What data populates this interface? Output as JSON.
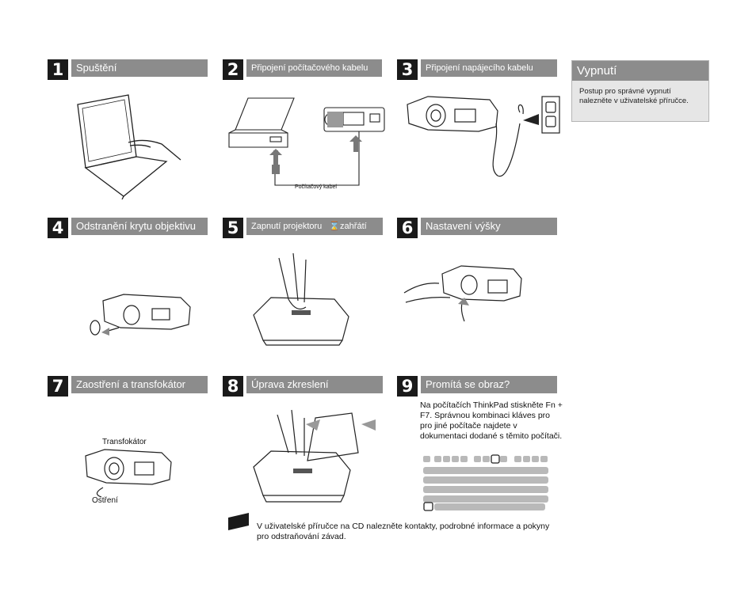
{
  "steps": [
    {
      "num": "1",
      "title": "Spuštění"
    },
    {
      "num": "2",
      "title": "Připojení počítačového kabelu"
    },
    {
      "num": "3",
      "title": "Připojení napájecího kabelu"
    },
    {
      "num": "4",
      "title": "Odstranění krytu objektivu"
    },
    {
      "num": "5",
      "title": "Zapnutí projektoru",
      "extra": "zahřátí"
    },
    {
      "num": "6",
      "title": "Nastavení výšky"
    },
    {
      "num": "7",
      "title": "Zaostření a transfokátor"
    },
    {
      "num": "8",
      "title": "Úprava zkreslení"
    },
    {
      "num": "9",
      "title": "Promítá se obraz?"
    }
  ],
  "shutdown": {
    "title": "Vypnutí",
    "text": "Postup pro správné vypnutí nalezněte v uživatelské příručce."
  },
  "labels": {
    "cable": "Počítačový kabel",
    "zoom": "Transfokátor",
    "focus": "Ostření"
  },
  "step9_text": "Na počítačích ThinkPad stiskněte Fn + F7. Správnou kombinaci kláves pro pro jiné počítače najdete v dokumentaci dodané s těmito počítači.",
  "footer_text": "V uživatelské příručce na CD nalezněte kontakty, podrobné informace a pokyny pro odstraňování závad.",
  "icons": [
    "hourglass-icon",
    "book-icon"
  ]
}
